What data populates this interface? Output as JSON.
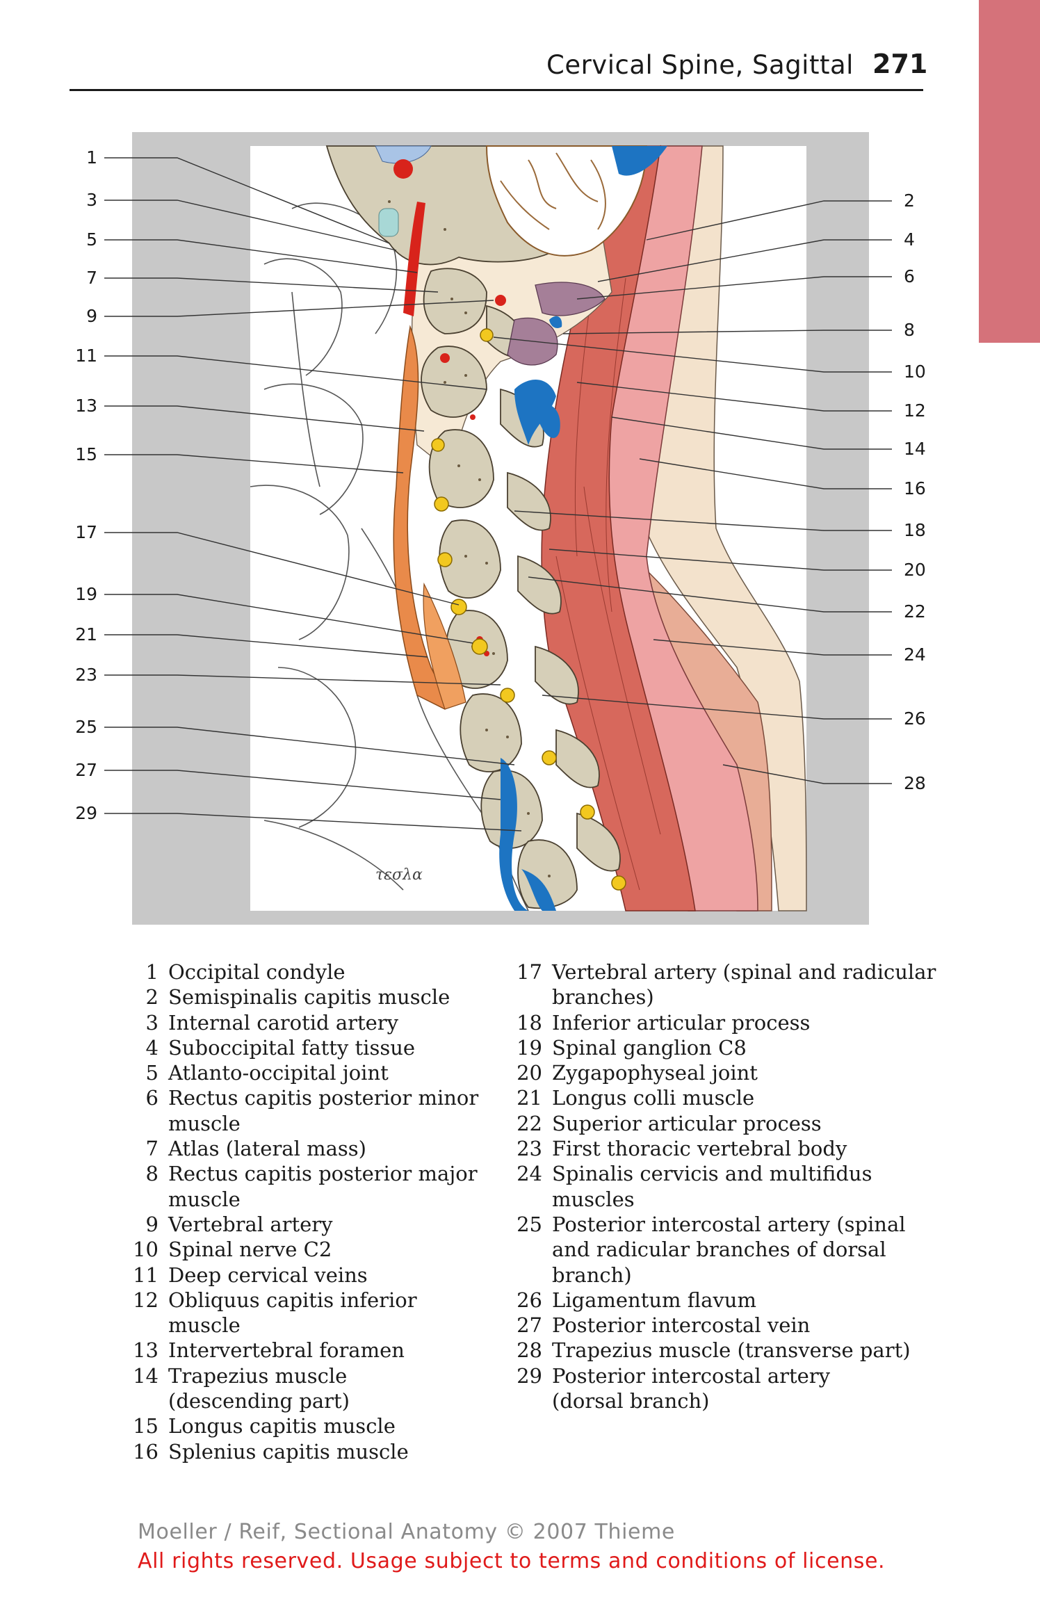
{
  "header": {
    "title": "Cervical Spine, Sagittal",
    "page_number": "271"
  },
  "figure": {
    "labels_left": [
      "1",
      "3",
      "5",
      "7",
      "9",
      "11",
      "13",
      "15",
      "17",
      "19",
      "21",
      "23",
      "25",
      "27",
      "29"
    ],
    "labels_right": [
      "2",
      "4",
      "6",
      "8",
      "10",
      "12",
      "14",
      "16",
      "18",
      "20",
      "22",
      "24",
      "26",
      "28"
    ],
    "signature_text": "τεσλα"
  },
  "legend": {
    "col1": [
      {
        "n": "1",
        "lines": [
          "Occipital condyle"
        ]
      },
      {
        "n": "2",
        "lines": [
          "Semispinalis capitis muscle"
        ]
      },
      {
        "n": "3",
        "lines": [
          "Internal carotid artery"
        ]
      },
      {
        "n": "4",
        "lines": [
          "Suboccipital fatty tissue"
        ]
      },
      {
        "n": "5",
        "lines": [
          "Atlanto-occipital joint"
        ]
      },
      {
        "n": "6",
        "lines": [
          "Rectus capitis posterior minor",
          "muscle"
        ]
      },
      {
        "n": "7",
        "lines": [
          "Atlas (lateral mass)"
        ]
      },
      {
        "n": "8",
        "lines": [
          "Rectus capitis posterior major",
          "muscle"
        ]
      },
      {
        "n": "9",
        "lines": [
          "Vertebral artery"
        ]
      },
      {
        "n": "10",
        "lines": [
          "Spinal nerve C2"
        ]
      },
      {
        "n": "11",
        "lines": [
          "Deep cervical veins"
        ]
      },
      {
        "n": "12",
        "lines": [
          "Obliquus capitis inferior muscle"
        ]
      },
      {
        "n": "13",
        "lines": [
          "Intervertebral foramen"
        ]
      },
      {
        "n": "14",
        "lines": [
          "Trapezius muscle",
          "(descending part)"
        ]
      },
      {
        "n": "15",
        "lines": [
          "Longus capitis muscle"
        ]
      },
      {
        "n": "16",
        "lines": [
          "Splenius capitis muscle"
        ]
      }
    ],
    "col2": [
      {
        "n": "17",
        "lines": [
          "Vertebral artery (spinal and radicular",
          "branches)"
        ]
      },
      {
        "n": "18",
        "lines": [
          "Inferior articular process"
        ]
      },
      {
        "n": "19",
        "lines": [
          "Spinal ganglion C8"
        ]
      },
      {
        "n": "20",
        "lines": [
          "Zygapophyseal joint"
        ]
      },
      {
        "n": "21",
        "lines": [
          "Longus colli muscle"
        ]
      },
      {
        "n": "22",
        "lines": [
          "Superior articular process"
        ]
      },
      {
        "n": "23",
        "lines": [
          "First thoracic vertebral body"
        ]
      },
      {
        "n": "24",
        "lines": [
          "Spinalis cervicis and multifidus",
          "muscles"
        ]
      },
      {
        "n": "25",
        "lines": [
          "Posterior intercostal artery (spinal",
          "and radicular branches of dorsal",
          "branch)"
        ]
      },
      {
        "n": "26",
        "lines": [
          "Ligamentum flavum"
        ]
      },
      {
        "n": "27",
        "lines": [
          "Posterior intercostal vein"
        ]
      },
      {
        "n": "28",
        "lines": [
          "Trapezius muscle (transverse part)"
        ]
      },
      {
        "n": "29",
        "lines": [
          "Posterior intercostal artery",
          "(dorsal branch)"
        ]
      }
    ]
  },
  "footer": {
    "copyright": "Moeller / Reif, Sectional Anatomy © 2007 Thieme",
    "rights": "All rights reserved. Usage subject to terms and conditions of license."
  },
  "colors": {
    "thumb_tab": "#d5727a",
    "panel_gray": "#c8c8c8",
    "muscle_red": "#d7685c",
    "muscle_pink": "#eea3a3",
    "longus_orange": "#e98a4a",
    "bone": "#d6cfb8",
    "vein_blue": "#1d74c2",
    "nerve_yellow": "#f2c81f",
    "artery_red": "#d8231b",
    "csf_teal": "#a8d8d6",
    "fat_cream": "#f6e9d5"
  }
}
